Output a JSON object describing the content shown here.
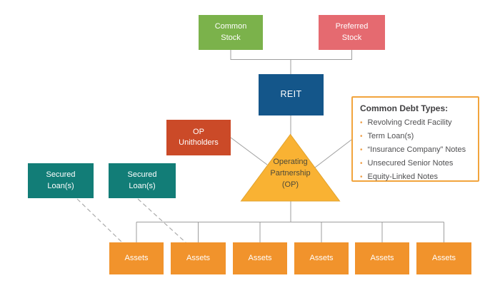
{
  "colors": {
    "common_stock": "#7BB24B",
    "preferred_stock": "#E56A70",
    "reit": "#14568A",
    "op_unitholders": "#CB4A28",
    "secured_loan": "#127D77",
    "operating_partnership_fill": "#F9B233",
    "operating_partnership_stroke": "#E1A32E",
    "assets": "#F1932C",
    "debt_box_border": "#F2A43D",
    "debt_bullet": "#EFA14C",
    "connector_line": "#9E9E9E",
    "node_text": "#FFFFFF",
    "triangle_text": "#4E4A38",
    "background": "#FFFFFF"
  },
  "nodes": {
    "common_stock": {
      "label": "Common\nStock"
    },
    "preferred_stock": {
      "label": "Preferred\nStock"
    },
    "reit": {
      "label": "REIT"
    },
    "op_unitholders": {
      "label": "OP\nUnitholders"
    },
    "secured_loan_1": {
      "label": "Secured\nLoan(s)"
    },
    "secured_loan_2": {
      "label": "Secured\nLoan(s)"
    },
    "operating_partnership": {
      "label": "Operating\nPartnership\n(OP)"
    }
  },
  "assets": {
    "items": [
      "Assets",
      "Assets",
      "Assets",
      "Assets",
      "Assets",
      "Assets"
    ]
  },
  "debt_types": {
    "title": "Common Debt Types:",
    "bullet": "•",
    "items": [
      "Revolving Credit Facility",
      "Term Loan(s)",
      "“Insurance Company” Notes",
      "Unsecured Senior Notes",
      "Equity-Linked Notes"
    ]
  }
}
